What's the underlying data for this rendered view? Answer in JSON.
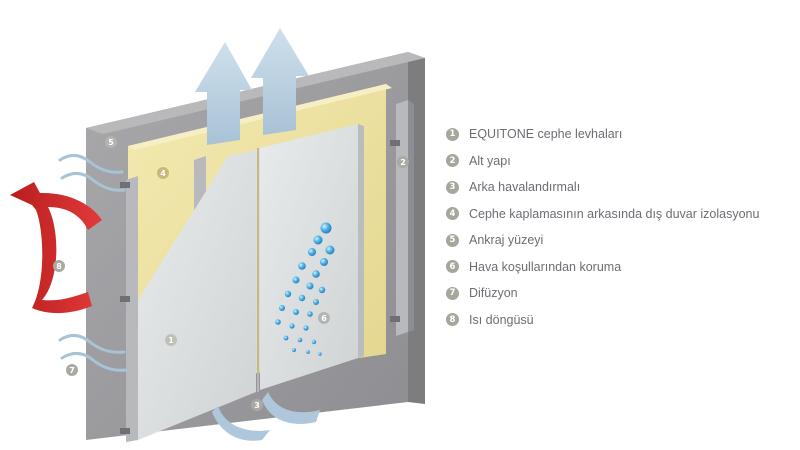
{
  "diagram": {
    "callouts": [
      "1",
      "2",
      "3",
      "4",
      "5",
      "6",
      "7",
      "8"
    ]
  },
  "legend": [
    {
      "number": "1",
      "text": "EQUITONE cephe levhaları"
    },
    {
      "number": "2",
      "text": "Alt yapı"
    },
    {
      "number": "3",
      "text": "Arka havalandırmalı"
    },
    {
      "number": "4",
      "text": "Cephe kaplamasının arkasında dış duvar izolasyonu"
    },
    {
      "number": "5",
      "text": "Ankraj yüzeyi"
    },
    {
      "number": "6",
      "text": "Hava koşullarından koruma"
    },
    {
      "number": "7",
      "text": "Difüzyon"
    },
    {
      "number": "8",
      "text": "Isı döngüsü"
    }
  ],
  "colors": {
    "wall": "#9a9a9d",
    "insulation": "#efe4a0",
    "panel": "#dcdfdf",
    "airflow": "#bcd2e2",
    "heat": "#d82a2a",
    "water": "#3fa0d8"
  }
}
